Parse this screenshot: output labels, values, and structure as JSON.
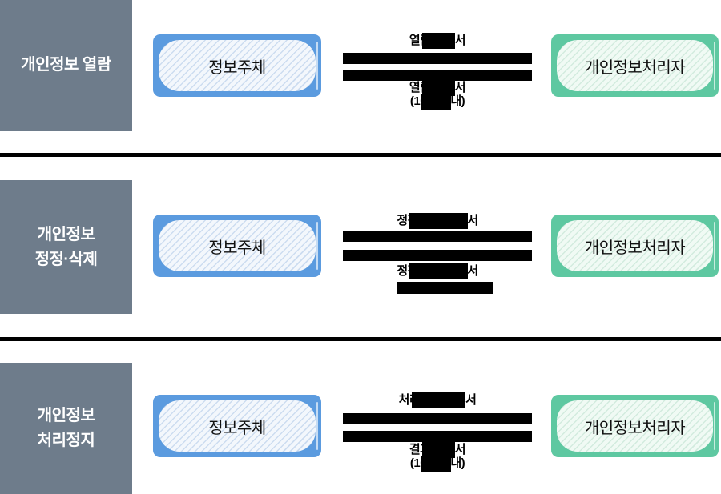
{
  "diagram": {
    "title_semantic": "personal-information-rights-process-diagram",
    "colors": {
      "section_label_bg": "#6e7c8b",
      "section_label_text": "#ffffff",
      "subject_frame": "#5b9bdf",
      "subject_hatch_bg": "#f3f7fc",
      "subject_hatch_stripe": "#ccdcf0",
      "processor_frame": "#5ec8a1",
      "processor_hatch_bg": "#f0faf4",
      "processor_hatch_stripe": "#d2ebde",
      "arrow_bar": "#000000",
      "separator": "#000000"
    }
  },
  "rows": [
    {
      "section_label_line1": "개인정보 열람",
      "subject_label": "정보주체",
      "processor_label": "개인정보처리자",
      "request_label": "열람 요구서",
      "response_label": "열람 통지서",
      "response_sub_label": "(10일 이내)"
    },
    {
      "section_label_line1": "개인정보",
      "section_label_line2": "정정·삭제",
      "subject_label": "정보주체",
      "processor_label": "개인정보처리자",
      "request_label": "정정·삭제 요구서",
      "response_label": "정정·삭제 통지서"
    },
    {
      "section_label_line1": "개인정보",
      "section_label_line2": "처리정지",
      "subject_label": "정보주체",
      "processor_label": "개인정보처리자",
      "request_label": "처리정지 요구서",
      "response_label": "결과 통지서",
      "response_sub_label": "(10일 이내)"
    }
  ]
}
